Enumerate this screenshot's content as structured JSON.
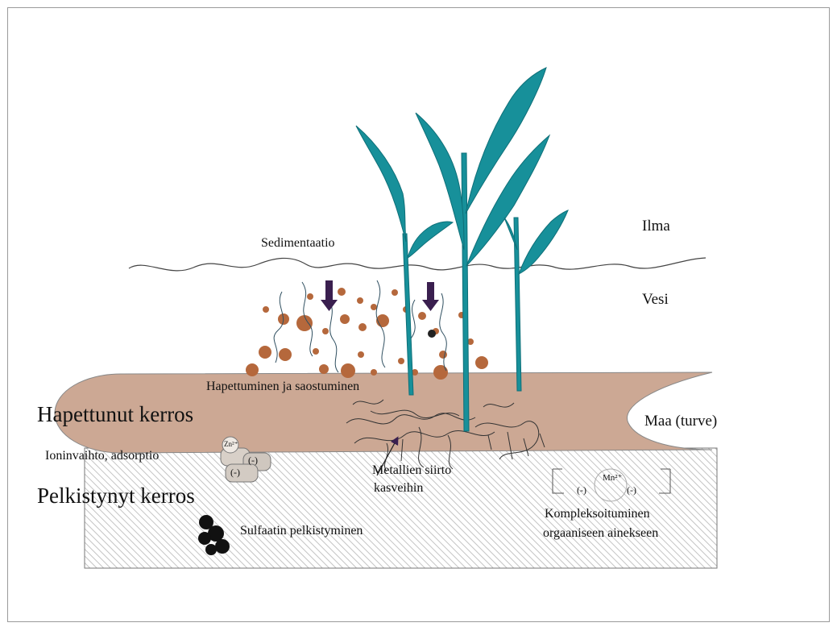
{
  "zones": {
    "air": "Ilma",
    "water": "Vesi",
    "soil": "Maa (turve)"
  },
  "layers": {
    "oxidized": "Hapettunut kerros",
    "reduced": "Pelkistynyt kerros"
  },
  "processes": {
    "sedimentation": "Sedimentaatio",
    "oxidation_precipitation": "Hapettuminen ja saostuminen",
    "ion_exchange": "Ioninvaihto, adsorptio",
    "metal_transfer_line1": "Metallien siirto",
    "metal_transfer_line2": "kasveihin",
    "complexation_line1": "Kompleksoituminen",
    "complexation_line2": "orgaaniseen ainekseen",
    "sulfate_reduction": "Sulfaatin pelkistyminen"
  },
  "ions": {
    "zinc": "Zn²⁺",
    "manganese": "Mn²⁺",
    "negative_charge": "(-)"
  },
  "colors": {
    "plant": "#17909a",
    "plant_edge": "#0e6f78",
    "soil_layer": "#cca894",
    "particle": "#b5683c",
    "reduced_hatch": "#c4c4c4",
    "arrow": "#3a1f4f"
  }
}
